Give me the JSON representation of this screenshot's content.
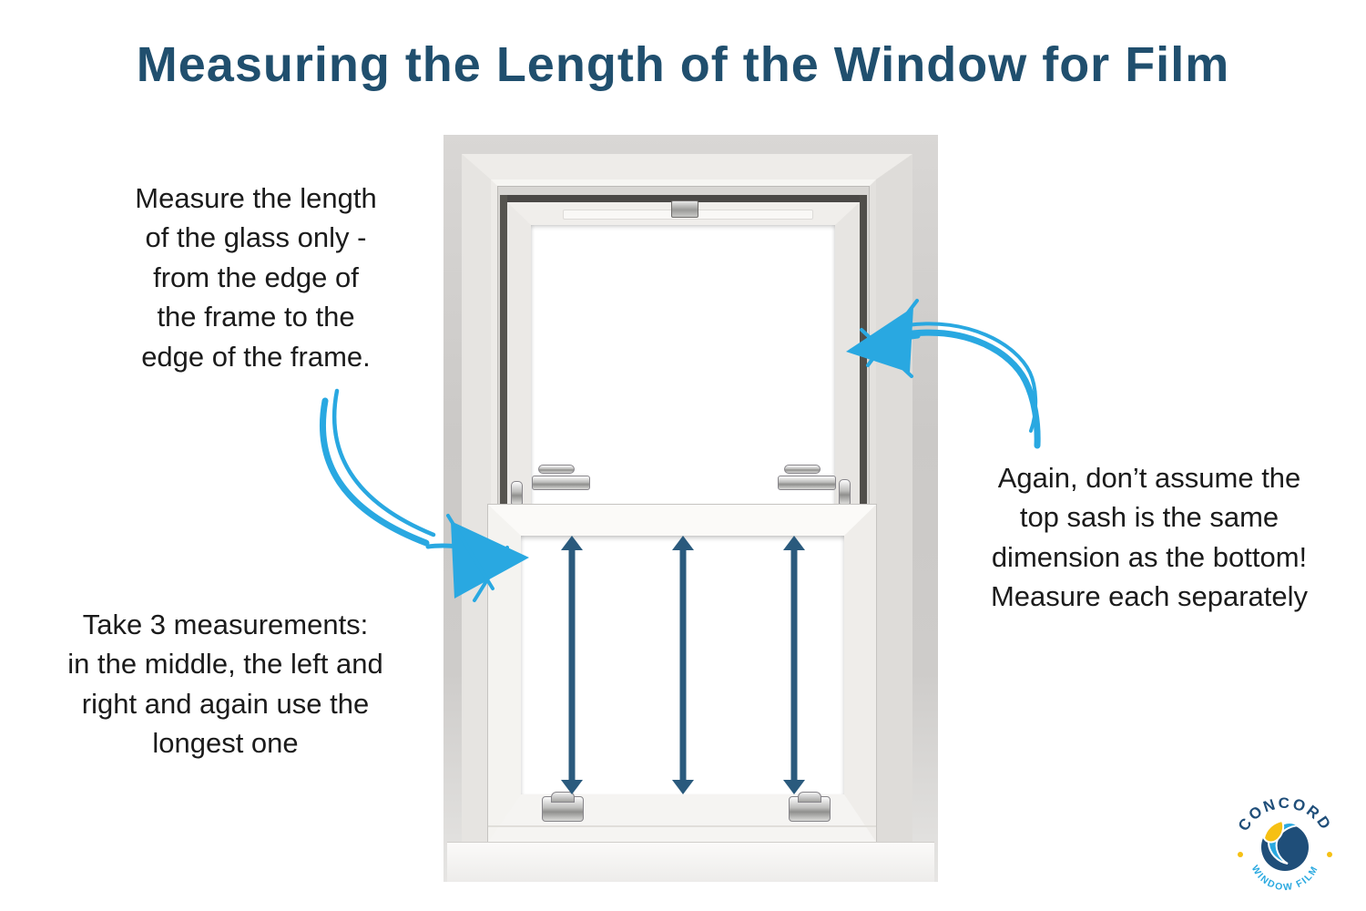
{
  "title": "Measuring the Length of the Window for Film",
  "annotations": {
    "left_top": "Measure the length\nof the glass only -\nfrom the edge of\nthe frame to the\nedge of the frame.",
    "left_bottom": "Take 3 measurements:\nin the middle, the left and\nright and again use the\nlongest one",
    "right": "Again, don’t assume the\ntop sash is the same\ndimension as the bottom!\nMeasure each separately"
  },
  "logo": {
    "brand_top": "CONCORD",
    "brand_bottom": "WINDOW FILM"
  },
  "icons": {
    "left_pointer": "hand-drawn-curved-arrow-icon",
    "right_pointer": "hand-drawn-curved-arrow-icon",
    "measurement_marks": "vertical-double-headed-arrow-icon",
    "logo_emblem": "wave-circle-emblem-icon"
  },
  "colors": {
    "title_blue": "#204F6E",
    "body_text": "#1B1B1B",
    "pointer_arrow_blue": "#29A8E1",
    "measure_arrow_navy": "#2A5A7D",
    "logo_navy": "#1F4E79",
    "logo_light_blue": "#2AA9E0",
    "logo_yellow": "#F6C013"
  }
}
